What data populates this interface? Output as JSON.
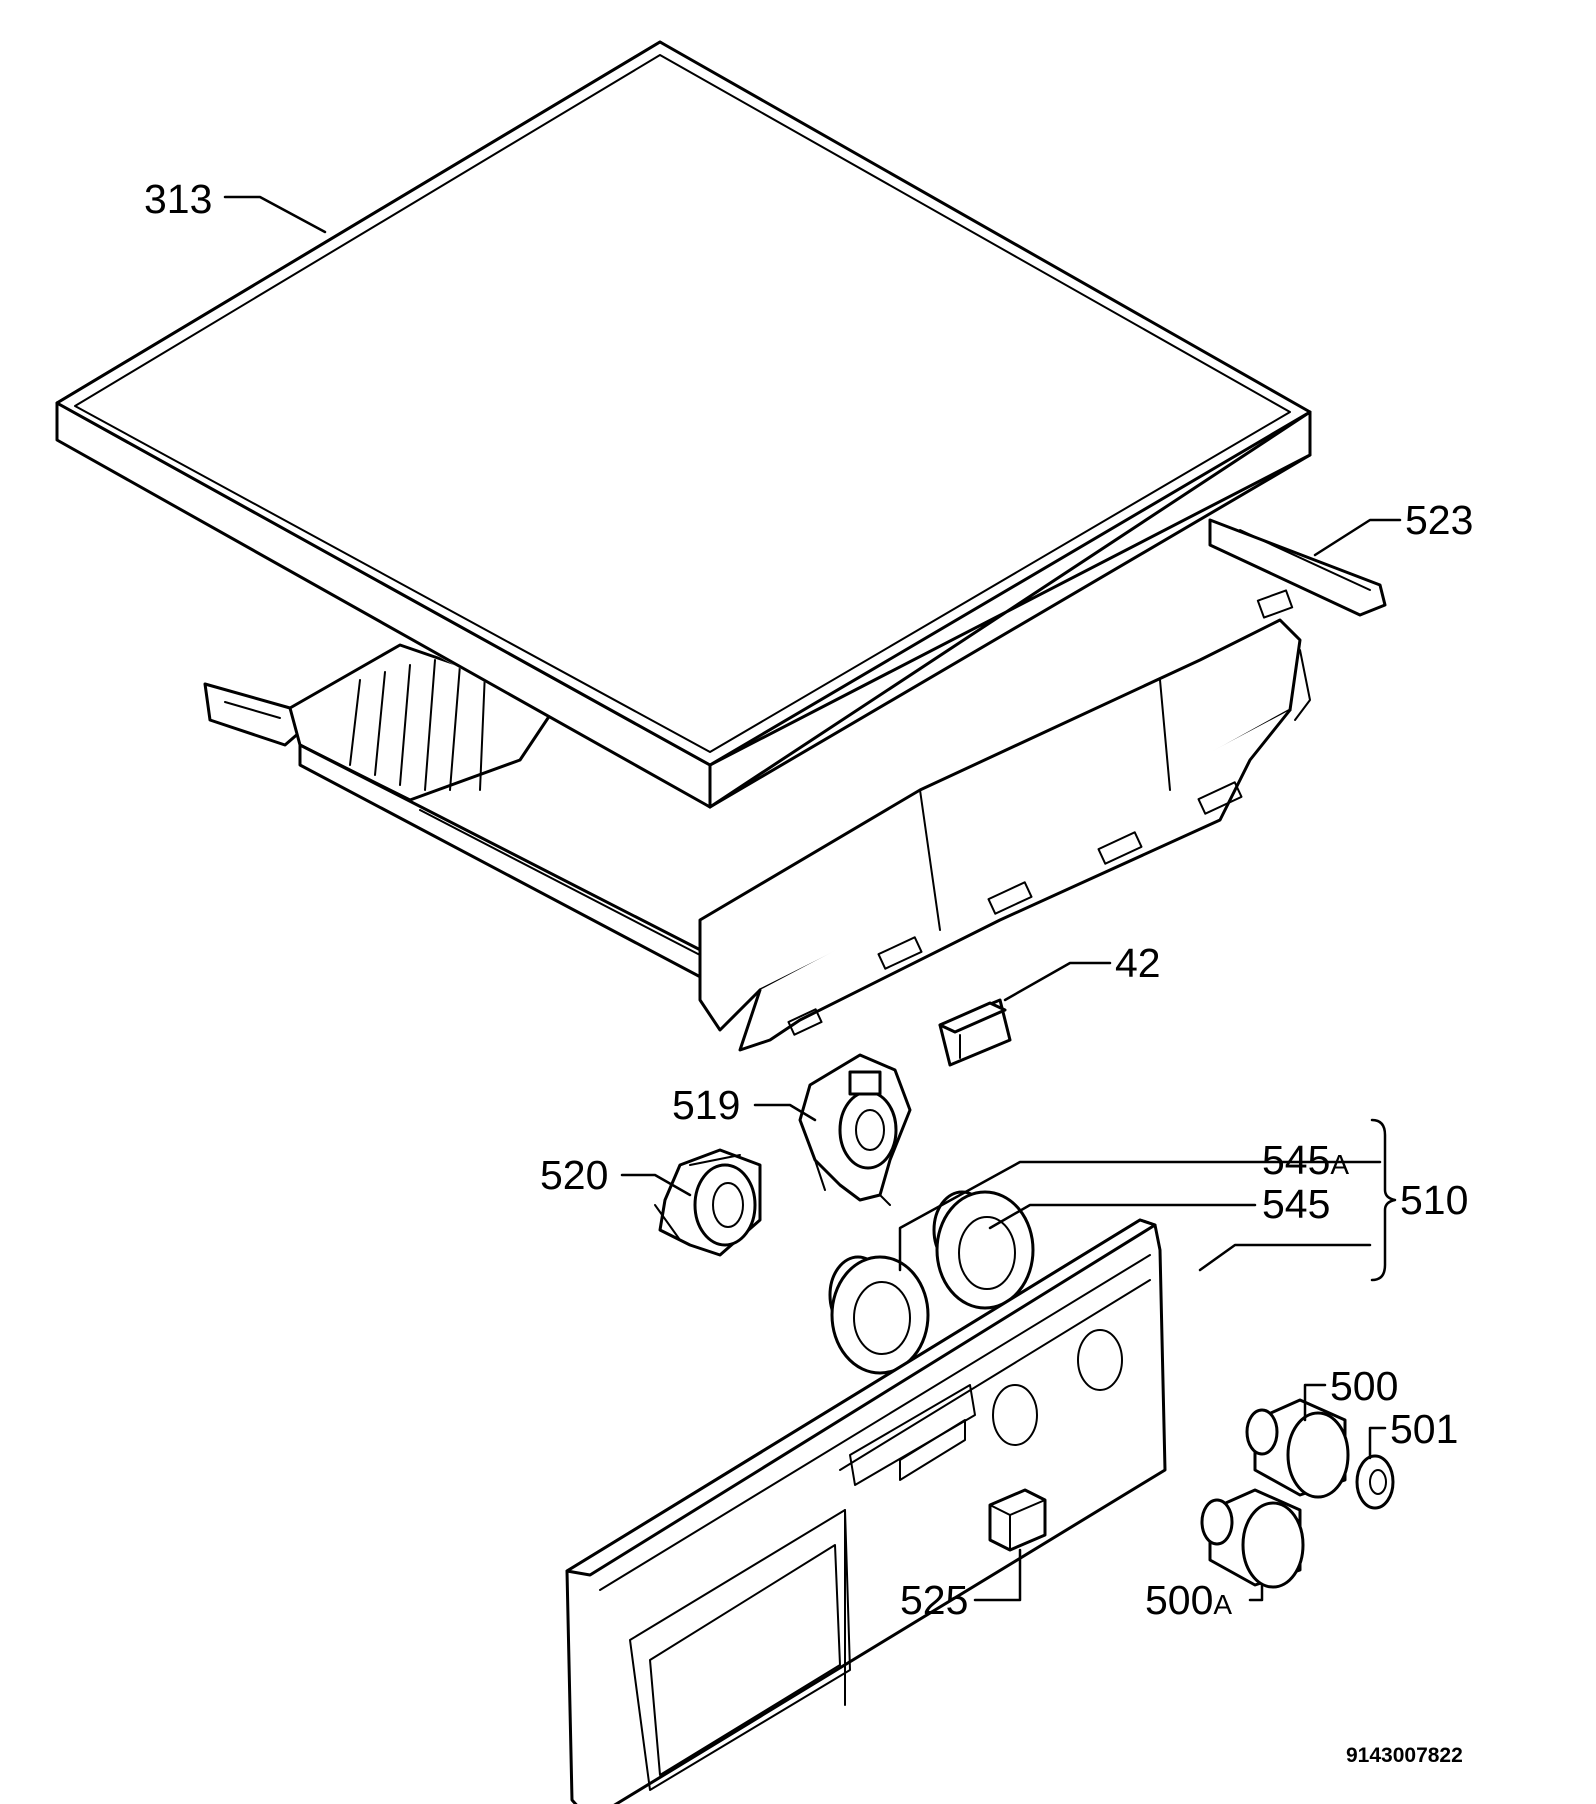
{
  "labels": {
    "p313": "313",
    "p523": "523",
    "p42": "42",
    "p519": "519",
    "p520": "520",
    "p545a_num": "545",
    "p545a_suffix": "A",
    "p545": "545",
    "p510": "510",
    "p500": "500",
    "p501": "501",
    "p525": "525",
    "p500a_num": "500",
    "p500a_suffix": "A"
  },
  "document_number": "9143007822"
}
